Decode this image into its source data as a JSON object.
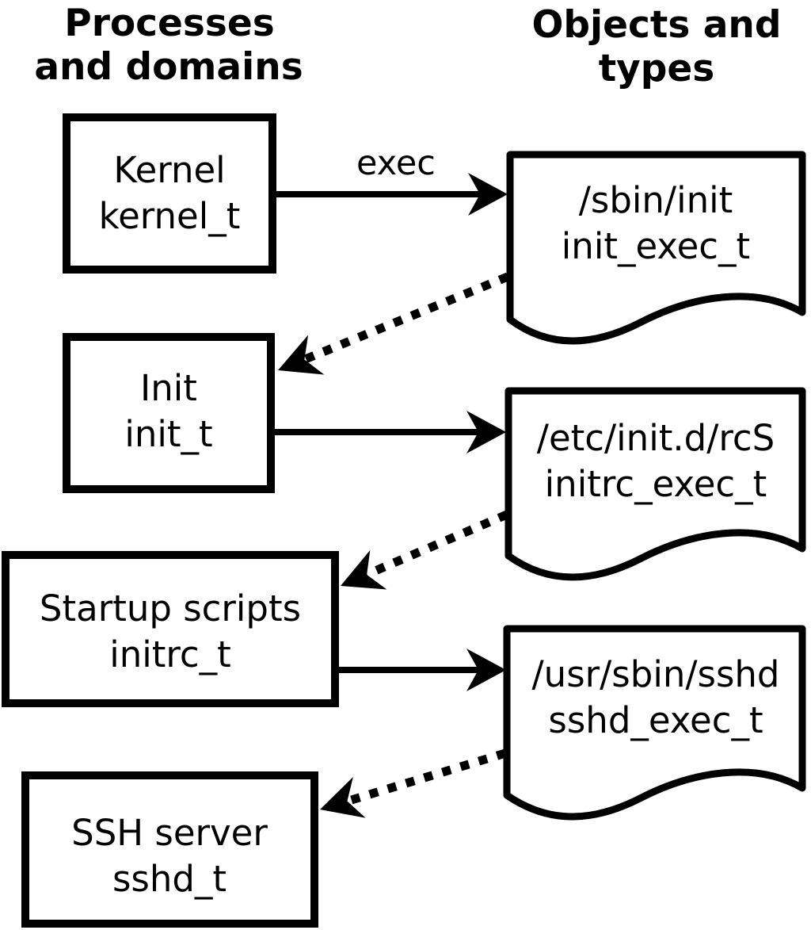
{
  "column_headers": {
    "left": {
      "line1": "Processes",
      "line2": "and domains"
    },
    "right": {
      "line1": "Objects and",
      "line2": "types"
    }
  },
  "processes": [
    {
      "name": "Kernel",
      "domain": "kernel_t"
    },
    {
      "name": "Init",
      "domain": "init_t"
    },
    {
      "name": "Startup scripts",
      "domain": "initrc_t"
    },
    {
      "name": "SSH server",
      "domain": "sshd_t"
    }
  ],
  "objects": [
    {
      "path": "/sbin/init",
      "type": "init_exec_t"
    },
    {
      "path": "/etc/init.d/rcS",
      "type": "initrc_exec_t"
    },
    {
      "path": "/usr/sbin/sshd",
      "type": "sshd_exec_t"
    }
  ],
  "arrow_labels": {
    "exec": "exec"
  },
  "colors": {
    "ink": "#000000",
    "background": "#ffffff"
  }
}
